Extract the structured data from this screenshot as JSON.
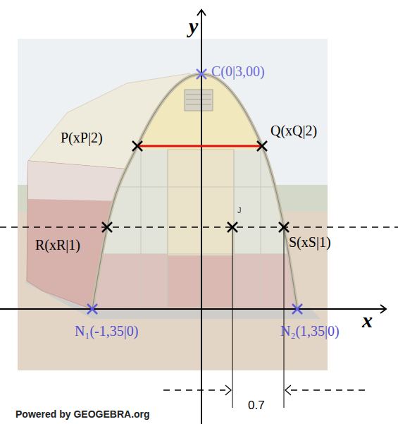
{
  "diagram": {
    "labels": [
      "y",
      "C(0|3,00)",
      "P(xP|2)",
      "Q(xQ|2)",
      "J",
      "R(xR|1)",
      "S(xS|1)",
      "x",
      "N₁(-1,35|0)",
      "N₂(1,35|0)",
      "0.7",
      "Powered by GEOGEBRA.org"
    ]
  }
}
